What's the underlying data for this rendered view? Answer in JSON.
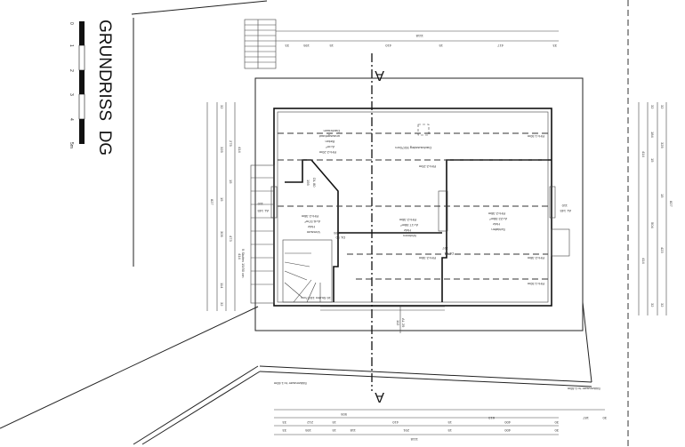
{
  "title": "GRUNDRISS  DG",
  "scale_bar": {
    "ticks": [
      "0",
      "1",
      "2",
      "3",
      "4",
      "5m"
    ]
  },
  "section_marker": "A",
  "dimensions": {
    "top_total": "1118",
    "top_parts": [
      "33",
      "195",
      "15",
      "410",
      "15",
      "417",
      "33"
    ],
    "bottom_rows": [
      [
        "505",
        "613",
        "187",
        "30"
      ],
      [
        "33",
        "212",
        "15",
        "410",
        "15",
        "400",
        "30"
      ],
      [
        "33",
        "195",
        "15",
        "118",
        "291",
        "15",
        "400",
        "30"
      ],
      [
        "1118"
      ]
    ],
    "left": [
      "414",
      "275",
      "15",
      "473",
      "32",
      "325",
      "15",
      "309",
      "114",
      "32",
      "827",
      "414"
    ],
    "right": [
      "414",
      "414",
      "32",
      "184",
      "15",
      "504",
      "32",
      "32",
      "325",
      "15",
      "423",
      "32",
      "827"
    ]
  },
  "rooms": {
    "dachraum": [
      "Dachraum",
      "unausgebaut",
      "Beton",
      "A=m²",
      "RH=2.20m"
    ],
    "wohnen": [
      "Wohnen",
      "Holz",
      "A=17.58m²",
      "RH=2.38m"
    ],
    "schlafen": [
      "Schlafen",
      "Holz",
      "A=22.58m²",
      "RH=2.38m"
    ],
    "vorraum": [
      "Vorraum",
      "Holz",
      "A=6.97m²",
      "RH=2.38m"
    ]
  },
  "notes": {
    "dachausstieg": "Dachausstieg 50/70cm",
    "rh_150": "RH=1.50m",
    "rh_220": "RH=2.20m",
    "rh_238": "RH=2.38m",
    "dl1": "DL  80",
    "dl1b": "195",
    "dl2": "DL  90",
    "dl2b": "195",
    "dl3": "DL  84",
    "dl3b": "197",
    "al1": "AL 145",
    "al1b": "110",
    "al2": "AL 145",
    "al2b": "110",
    "al3": "AL 29",
    "al3b": "112",
    "stufen1": "9 Stufen 15/30 cm",
    "stufen2": "16 Stufen 18/27cm",
    "stuetz1": "Stützmauer h=1.60m",
    "stuetz2": "Stützmauer h=1.85m"
  }
}
